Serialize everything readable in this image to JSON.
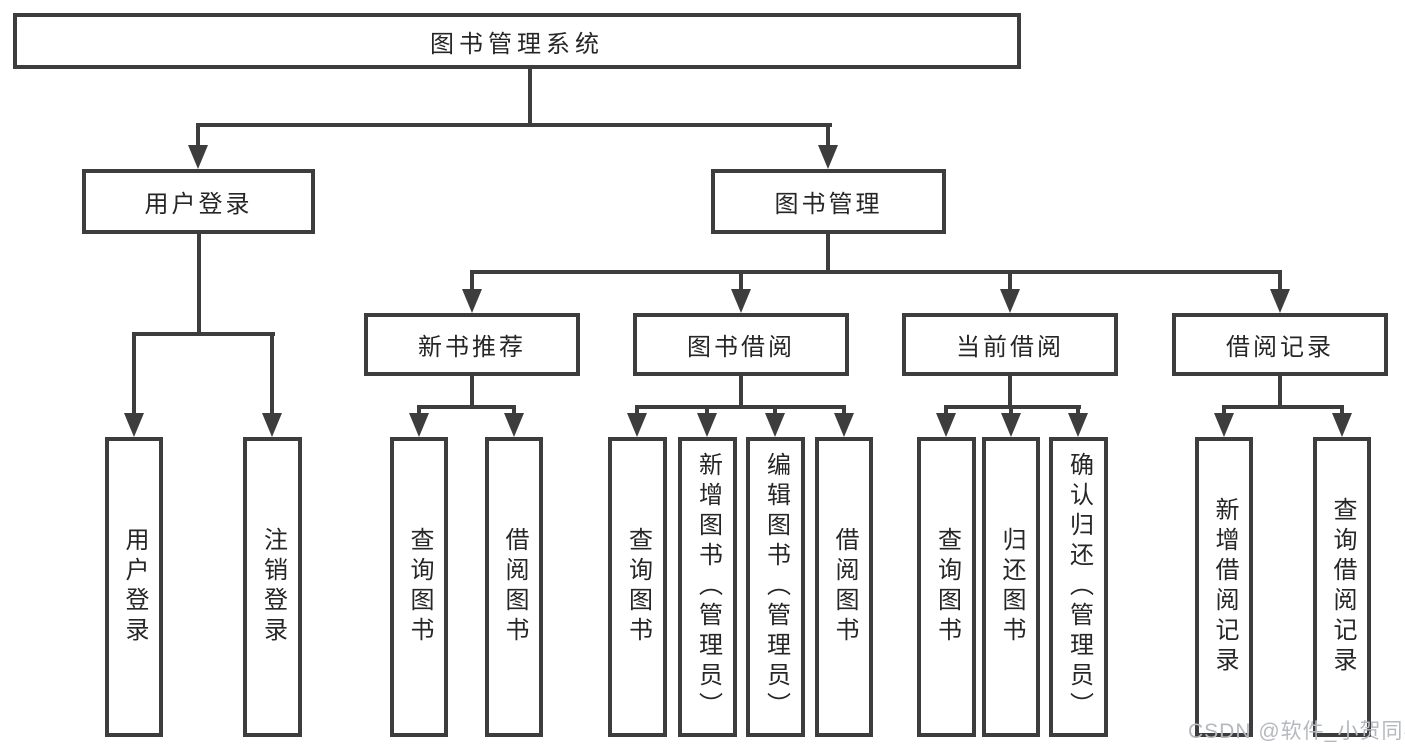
{
  "colors": {
    "line": "#3d3d3d",
    "text": "#262626",
    "background": "#ffffff",
    "watermark": "#b5b9bf"
  },
  "tree": {
    "root": {
      "label": "图书管理系统",
      "children": [
        {
          "label": "用户登录",
          "children": [
            {
              "label": "用户登录"
            },
            {
              "label": "注销登录"
            }
          ]
        },
        {
          "label": "图书管理",
          "children": [
            {
              "label": "新书推荐",
              "children": [
                {
                  "label": "查询图书"
                },
                {
                  "label": "借阅图书"
                }
              ]
            },
            {
              "label": "图书借阅",
              "children": [
                {
                  "label": "查询图书"
                },
                {
                  "label": "新增图书（管理员）"
                },
                {
                  "label": "编辑图书（管理员）"
                },
                {
                  "label": "借阅图书"
                }
              ]
            },
            {
              "label": "当前借阅",
              "children": [
                {
                  "label": "查询图书"
                },
                {
                  "label": "归还图书"
                },
                {
                  "label": "确认归还（管理员）"
                }
              ]
            },
            {
              "label": "借阅记录",
              "children": [
                {
                  "label": "新增借阅记录"
                },
                {
                  "label": "查询借阅记录"
                }
              ]
            }
          ]
        }
      ]
    }
  },
  "watermark": {
    "text": "CSDN @软件_小贺同学"
  }
}
